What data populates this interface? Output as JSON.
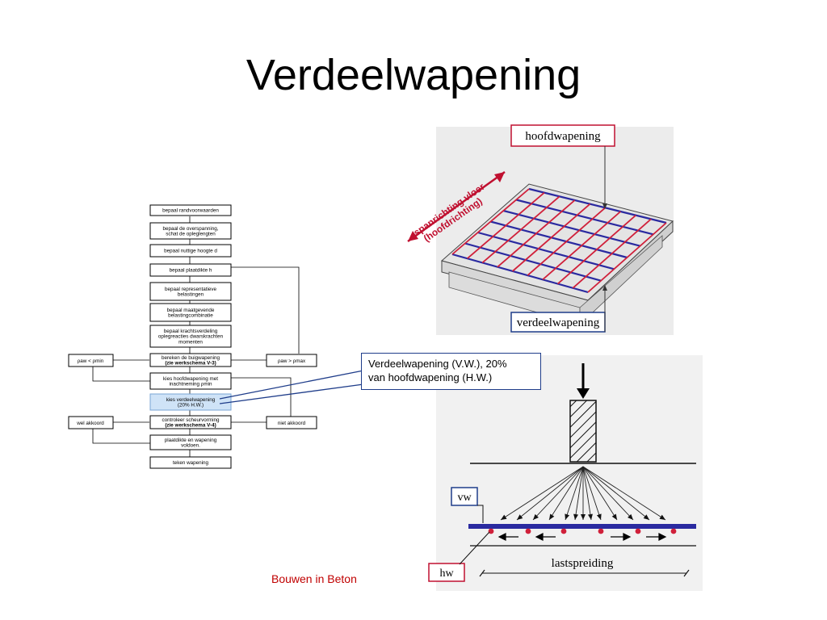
{
  "slide": {
    "title": "Verdeelwapening",
    "footer": "Bouwen in Beton",
    "callout": {
      "line1": "Verdeelwapening (V.W.), 20%",
      "line2": "van hoofdwapening (H.W.)"
    }
  },
  "flowchart": {
    "steps": [
      {
        "lines": [
          "bepaal randvoorwaarden"
        ]
      },
      {
        "lines": [
          "bepaal de overspanning,",
          "schat de opleglengten"
        ]
      },
      {
        "lines": [
          "bepaal nuttige hoogte d"
        ]
      },
      {
        "lines": [
          "bepaal plaatdikte h"
        ]
      },
      {
        "lines": [
          "bepaal representatieve",
          "belastingen"
        ]
      },
      {
        "lines": [
          "bepaal maatgevende",
          "belastingcombinatie"
        ]
      },
      {
        "lines": [
          "bepaal krachtsverdeling",
          "oplegreacties dwarskrachten",
          "momenten"
        ]
      },
      {
        "lines": [
          "bereken de buigwapening",
          "(zie werkschema V-3)"
        ]
      },
      {
        "lines": [
          "kies hoofdwapening met",
          "inachtneming ρmin"
        ]
      },
      {
        "lines": [
          "kies verdeelwapening",
          "(20% H.W.)"
        ]
      },
      {
        "lines": [
          "controleer scheurvorming",
          "(zie werkschema V-4)"
        ]
      },
      {
        "lines": [
          "plaatdikte en wapening",
          "voldoen."
        ]
      },
      {
        "lines": [
          "teken wapening"
        ]
      }
    ],
    "left_branch_1": "ρaw < ρmin",
    "right_branch_1": "ρaw > ρmax",
    "left_branch_2": "wel akkoord",
    "right_branch_2": "niet akkoord"
  },
  "figure_slab": {
    "label_top": "hoofdwapening",
    "label_bottom": "verdeelwapening",
    "arrow_text_1": "spanrichting vloer",
    "arrow_text_2": "(hoofdrichting)"
  },
  "figure_section": {
    "label_vw": "vw",
    "label_hw": "hw",
    "label_spread": "lastspreiding"
  },
  "colors": {
    "main_reinforcement": "#d0203a",
    "distribution_reinforcement": "#2a2aa0",
    "label_border_red": "#c01030",
    "label_border_blue": "#1f3d8a",
    "highlight_step": "#cfe3f7",
    "footer_text": "#c00000"
  }
}
